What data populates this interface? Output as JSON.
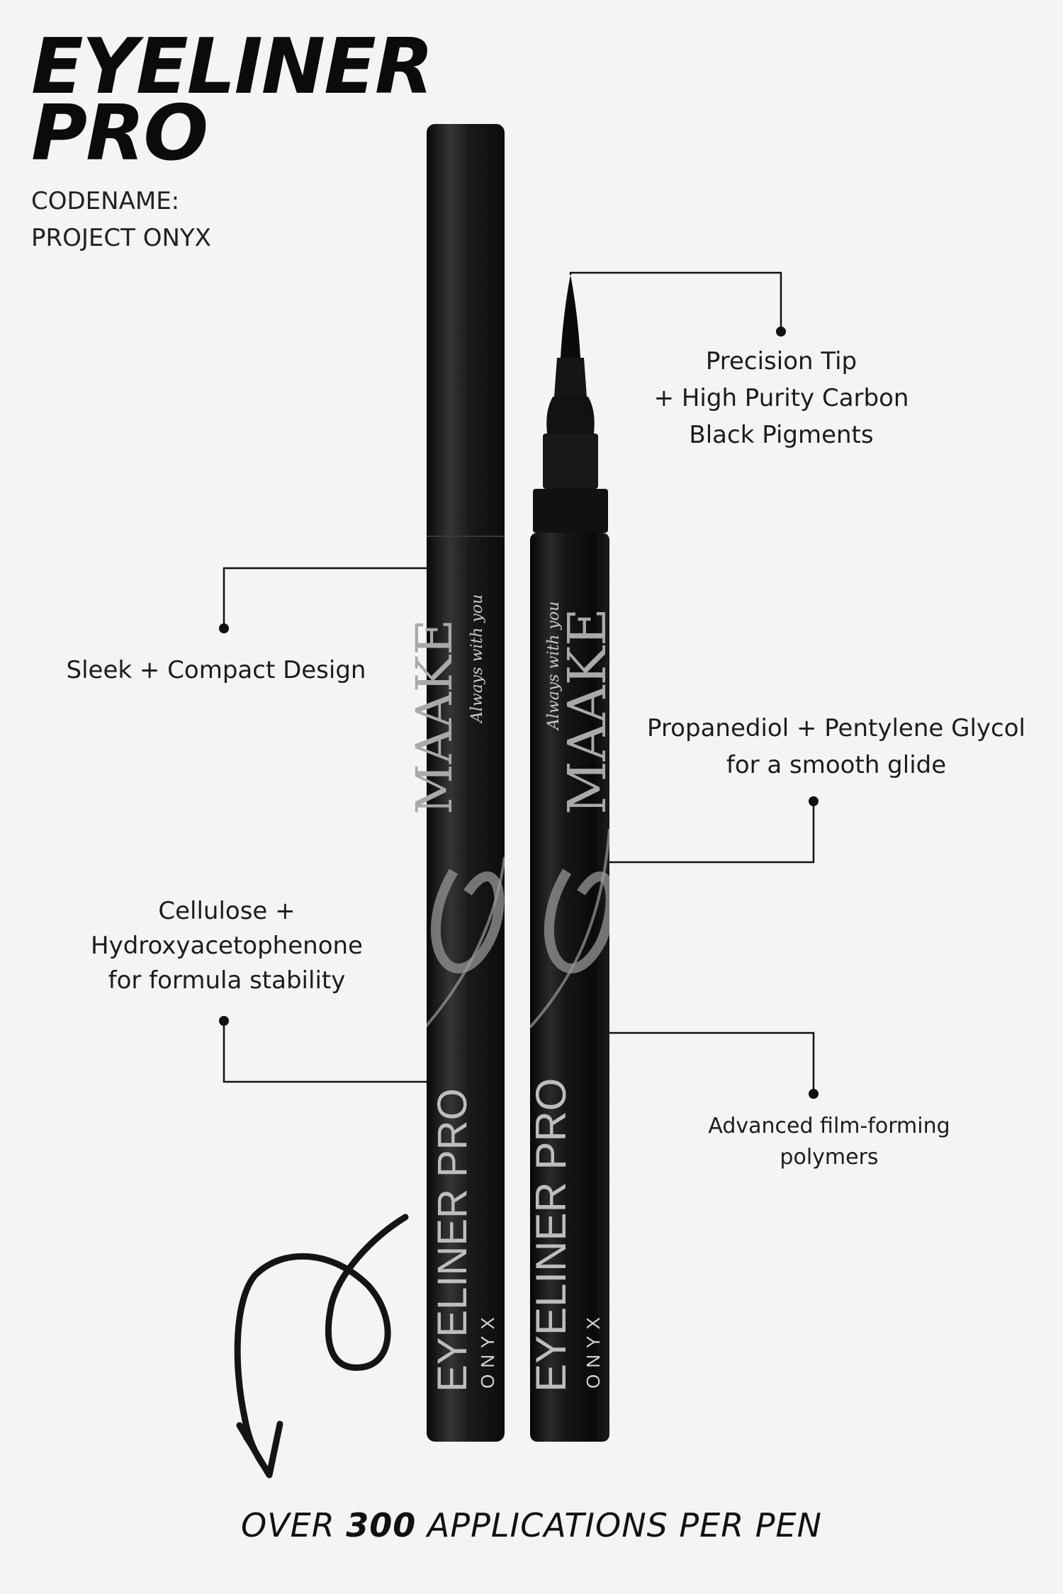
{
  "header": {
    "title_line1": "EYELINER",
    "title_line2": "PRO",
    "codename_line1": "CODENAME:",
    "codename_line2": "PROJECT ONYX"
  },
  "callouts": {
    "tip": [
      "Precision Tip",
      "+ High Purity Carbon",
      "Black Pigments"
    ],
    "design": [
      "Sleek + Compact Design"
    ],
    "glide": [
      "Propanediol + Pentylene Glycol",
      "for a smooth glide"
    ],
    "stability": [
      "Cellulose +",
      "Hydroxyacetophenone",
      "for formula stability"
    ],
    "polymers": [
      "Advanced film-forming",
      "polymers"
    ]
  },
  "pen_print": {
    "brand": "MAAKE",
    "tagline": "Always with you",
    "product": "EYELINER PRO",
    "shade": "ONYX"
  },
  "footer": {
    "prefix": "OVER ",
    "number": "300",
    "suffix": " APPLICATIONS PER PEN"
  },
  "colors": {
    "background": "#f4f4f6",
    "pen_body": "#121212",
    "print_silver": "#b9b9bb",
    "text": "#161616"
  }
}
